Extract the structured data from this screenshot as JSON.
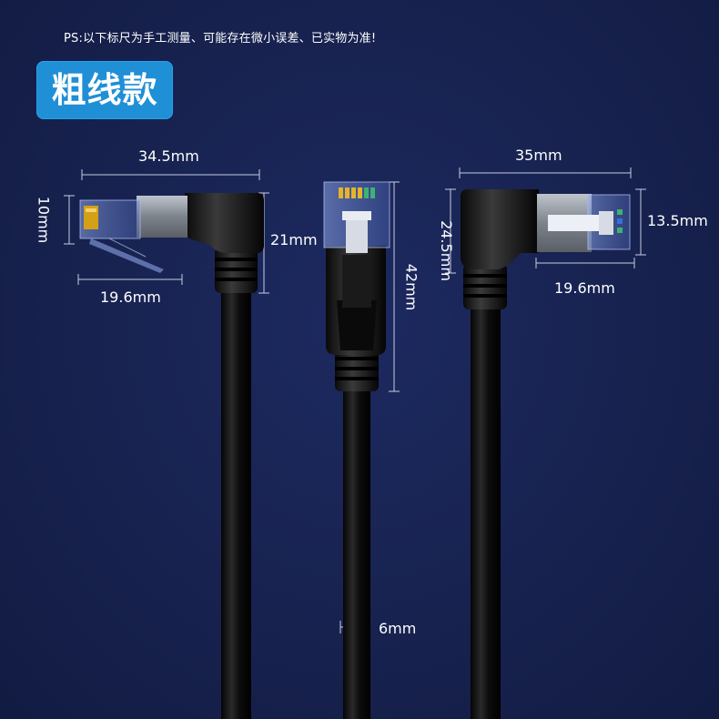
{
  "note": "PS:以下标尺为手工测量、可能存在微小误差、已实物为准!",
  "badge": "粗线款",
  "dimensions": {
    "left_width": "34.5mm",
    "left_height": "10mm",
    "left_plug_length": "19.6mm",
    "left_body_height": "21mm",
    "center_length": "42mm",
    "cable_diameter": "6mm",
    "right_width": "35mm",
    "right_height": "24.5mm",
    "right_plug_height": "13.5mm",
    "right_plug_length": "19.6mm"
  },
  "colors": {
    "background": "#17224f",
    "badge": "#1f8fd6",
    "cable": "#111111",
    "dimension_line": "#c8cde0"
  }
}
